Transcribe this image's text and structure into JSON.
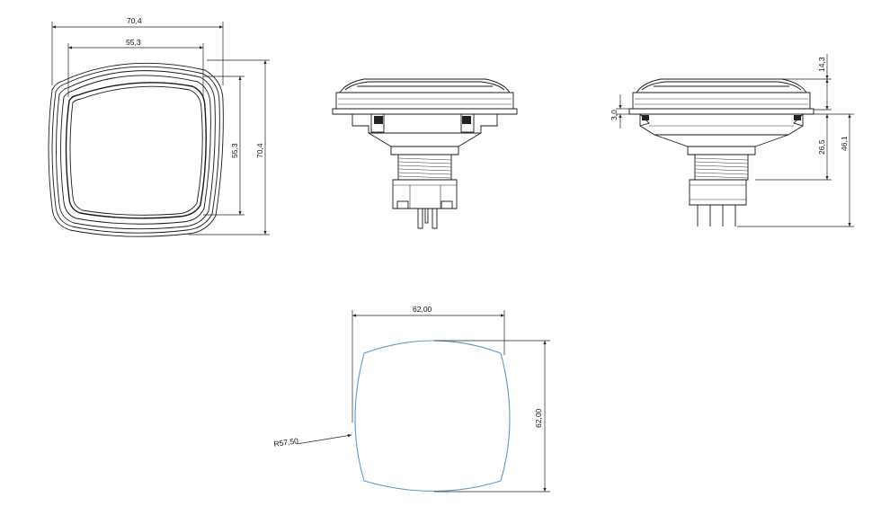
{
  "front_view": {
    "outer_width": "70,4",
    "inner_width": "55,3",
    "inner_height": "55,3",
    "outer_height": "70,4"
  },
  "side_view_right": {
    "cap_height": "14,3",
    "flange_thickness": "3,0",
    "body_height": "26,5",
    "total_height": "46,1"
  },
  "cutout": {
    "width": "62,00",
    "height": "62,00",
    "radius": "R57,50"
  },
  "colors": {
    "line": "#1a1a1a",
    "cutout_outline": "#5b9bc7"
  }
}
